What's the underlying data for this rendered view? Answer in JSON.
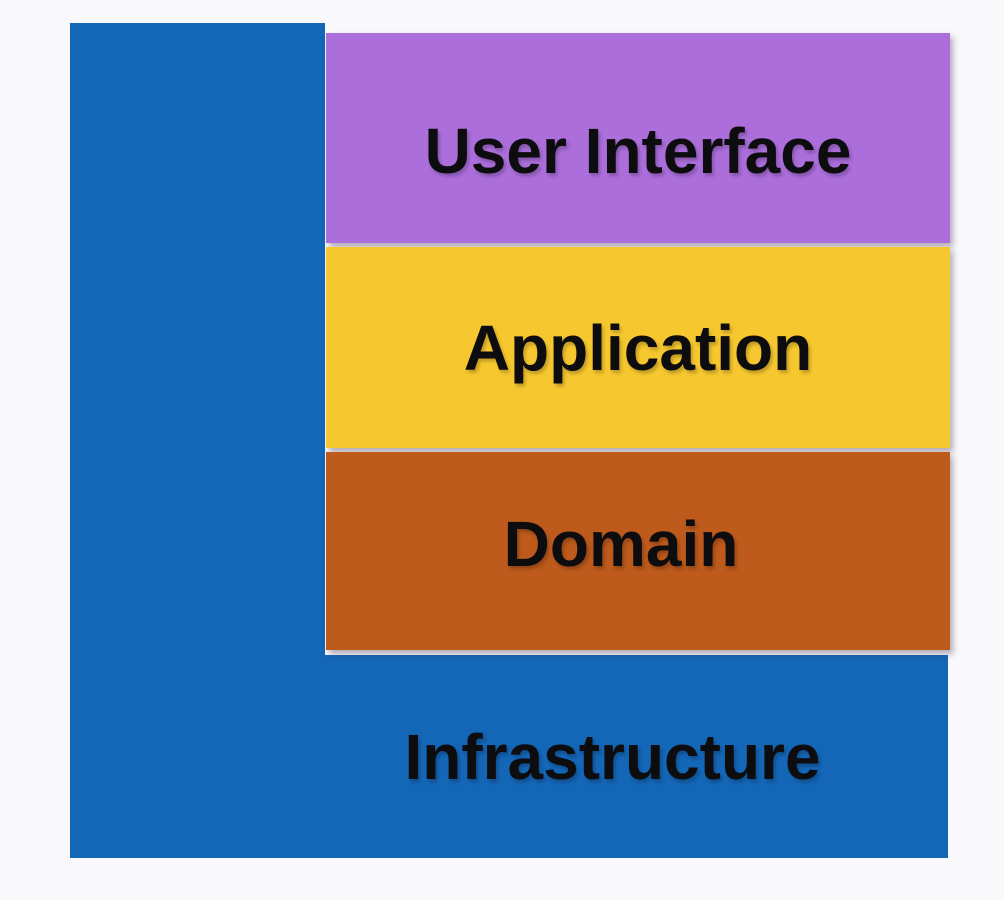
{
  "diagram": {
    "type": "layered-architecture",
    "layers": [
      {
        "id": "user-interface",
        "label": "User Interface",
        "color": "#ab6edb"
      },
      {
        "id": "application",
        "label": "Application",
        "color": "#f6c72e"
      },
      {
        "id": "domain",
        "label": "Domain",
        "color": "#bd5a1c"
      },
      {
        "id": "infrastructure",
        "label": "Infrastructure",
        "color": "#1466b7"
      }
    ],
    "background_color": "#f9f9fb",
    "text_color": "#0d0c0e"
  }
}
